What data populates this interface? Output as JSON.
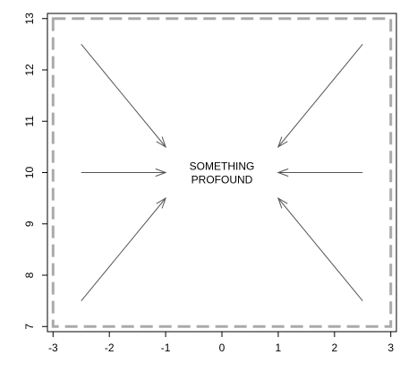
{
  "chart_data": {
    "type": "scatter",
    "title": "",
    "xlabel": "",
    "ylabel": "",
    "xlim": [
      -3.1,
      3.1
    ],
    "ylim": [
      6.9,
      13.1
    ],
    "x_ticks": [
      -3,
      -2,
      -1,
      0,
      1,
      2,
      3
    ],
    "y_ticks": [
      7,
      8,
      9,
      10,
      11,
      12,
      13
    ],
    "x_tick_labels": [
      "-3",
      "-2",
      "-1",
      "0",
      "1",
      "2",
      "3"
    ],
    "y_tick_labels": [
      "7",
      "8",
      "9",
      "10",
      "11",
      "12",
      "13"
    ],
    "grid": false,
    "legend": "none",
    "colors": {
      "arrow": "#555555",
      "border": "#aaaaaa",
      "axis": "#000000"
    },
    "annotation": {
      "lines": [
        "SOMETHING",
        "PROFOUND"
      ],
      "x": 0,
      "y": 10
    },
    "arrows": [
      {
        "x0": -2.5,
        "y0": 12.5,
        "x1": -1,
        "y1": 10.5
      },
      {
        "x0": -2.5,
        "y0": 10,
        "x1": -1,
        "y1": 10
      },
      {
        "x0": -2.5,
        "y0": 7.5,
        "x1": -1,
        "y1": 9.5
      },
      {
        "x0": 2.5,
        "y0": 12.5,
        "x1": 1,
        "y1": 10.5
      },
      {
        "x0": 2.5,
        "y0": 10,
        "x1": 1,
        "y1": 10
      },
      {
        "x0": 2.5,
        "y0": 7.5,
        "x1": 1,
        "y1": 9.5
      }
    ],
    "dashed_border": {
      "x0": -3,
      "x1": 3,
      "y0": 7,
      "y1": 13
    }
  }
}
